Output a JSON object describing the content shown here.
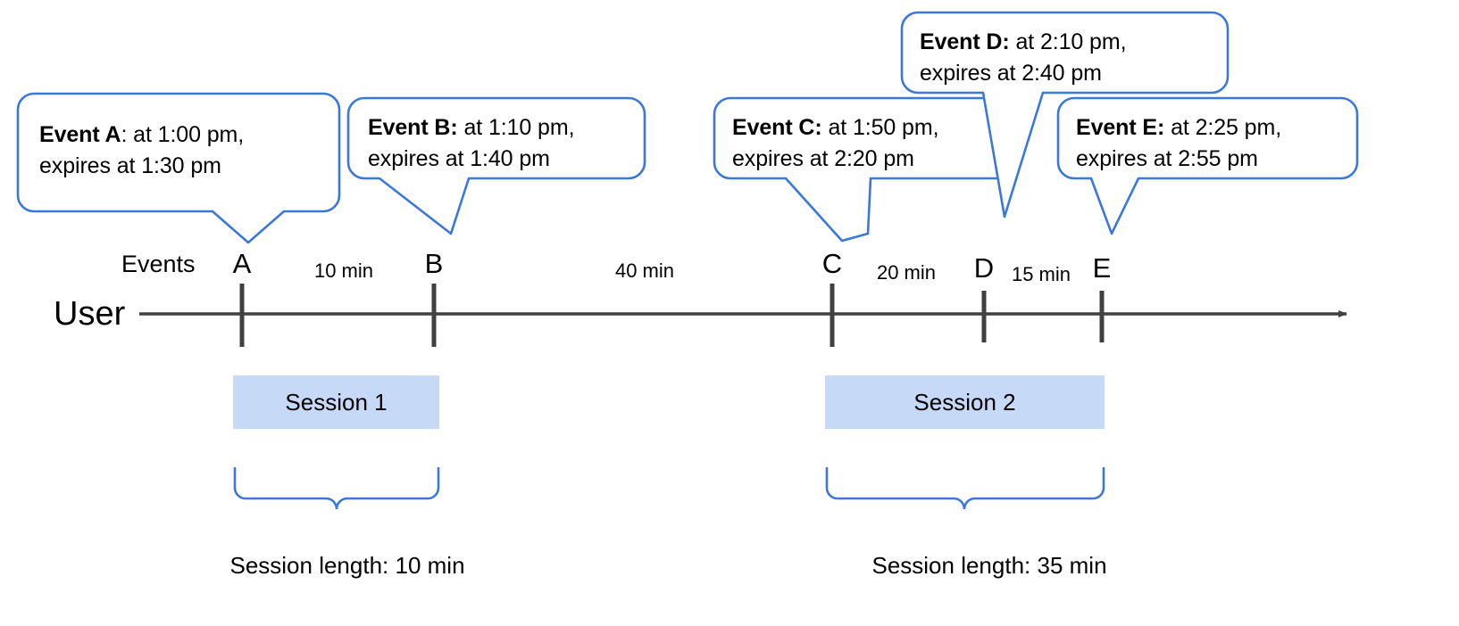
{
  "diagram": {
    "title": "User session timeline with events",
    "accent_color": "#3c78d8",
    "session_fill": "#c6d9f6",
    "axis_color": "#404040",
    "text_color": "#000000"
  },
  "callouts": [
    {
      "id": "event-a",
      "lead": "Event A",
      "line1_rest": ": at 1:00 pm,",
      "line2": "expires at 1:30 pm"
    },
    {
      "id": "event-b",
      "lead": "Event B:",
      "line1_rest": " at 1:10 pm,",
      "line2": "expires at 1:40 pm"
    },
    {
      "id": "event-c",
      "lead": "Event C:",
      "line1_rest": " at 1:50 pm,",
      "line2": "expires at 2:20 pm"
    },
    {
      "id": "event-d",
      "lead": "Event D:",
      "line1_rest": " at 2:10 pm,",
      "line2": "expires at 2:40 pm"
    },
    {
      "id": "event-e",
      "lead": "Event E:",
      "line1_rest": " at 2:25 pm,",
      "line2": "expires at 2:55 pm"
    }
  ],
  "axis": {
    "lane_label": "Events",
    "actor_label": "User",
    "ticks": [
      {
        "letter": "A",
        "time": "1:00 pm"
      },
      {
        "letter": "B",
        "time": "1:10 pm"
      },
      {
        "letter": "C",
        "time": "1:50 pm"
      },
      {
        "letter": "D",
        "time": "2:10 pm"
      },
      {
        "letter": "E",
        "time": "2:25 pm"
      }
    ],
    "gaps": [
      {
        "from": "A",
        "to": "B",
        "label": "10 min"
      },
      {
        "from": "B",
        "to": "C",
        "label": "40 min"
      },
      {
        "from": "C",
        "to": "D",
        "label": "20 min"
      },
      {
        "from": "D",
        "to": "E",
        "label": "15 min"
      }
    ]
  },
  "sessions": [
    {
      "id": "session-1",
      "label": "Session 1",
      "length_label": "Session length: 10 min"
    },
    {
      "id": "session-2",
      "label": "Session 2",
      "length_label": "Session length: 35 min"
    }
  ],
  "chart_data": {
    "type": "timeline",
    "title": "Session length from event timestamps",
    "events": [
      {
        "name": "Event A",
        "at": "1:00 pm",
        "expires": "1:30 pm",
        "tick": "A"
      },
      {
        "name": "Event B",
        "at": "1:10 pm",
        "expires": "1:40 pm",
        "tick": "B"
      },
      {
        "name": "Event C",
        "at": "1:50 pm",
        "expires": "2:20 pm",
        "tick": "C"
      },
      {
        "name": "Event D",
        "at": "2:10 pm",
        "expires": "2:40 pm",
        "tick": "D"
      },
      {
        "name": "Event E",
        "at": "2:25 pm",
        "expires": "2:55 pm",
        "tick": "E"
      }
    ],
    "intervals": [
      "10 min",
      "40 min",
      "20 min",
      "15 min"
    ],
    "sessions": [
      {
        "name": "Session 1",
        "events": [
          "A",
          "B"
        ],
        "length": "10 min"
      },
      {
        "name": "Session 2",
        "events": [
          "C",
          "D",
          "E"
        ],
        "length": "35 min"
      }
    ]
  }
}
